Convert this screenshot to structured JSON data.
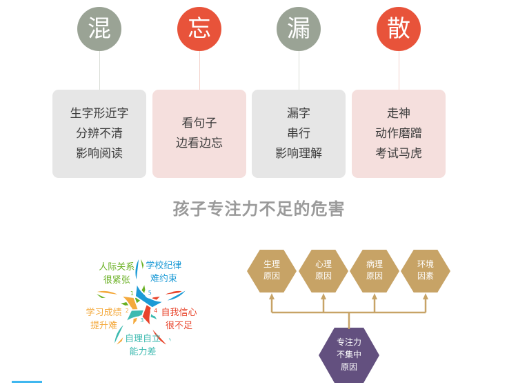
{
  "heading": "孩子专注力不足的危害",
  "top_items": [
    {
      "glyph": "混",
      "circle_color": "#9aa395",
      "stem_color": "#d9dcd6",
      "card_bg": "#e6e6e6",
      "lines": [
        "生字形近字",
        "分辨不清",
        "影响阅读"
      ]
    },
    {
      "glyph": "忘",
      "circle_color": "#e8533a",
      "stem_color": "#f3d2cc",
      "card_bg": "#f5dfdd",
      "lines": [
        "看句子",
        "边看边忘"
      ]
    },
    {
      "glyph": "漏",
      "circle_color": "#9aa395",
      "stem_color": "#d9dcd6",
      "card_bg": "#e6e6e6",
      "lines": [
        "漏字",
        "串行",
        "影响理解"
      ]
    },
    {
      "glyph": "散",
      "circle_color": "#e8533a",
      "stem_color": "#f3d2cc",
      "card_bg": "#f5dfdd",
      "lines": [
        "走神",
        "动作磨蹭",
        "考试马虎"
      ]
    }
  ],
  "flower": {
    "petals": [
      {
        "number": "1",
        "color": "#6ab023",
        "lines": [
          "人际关系",
          "很紧张"
        ]
      },
      {
        "number": "2",
        "color": "#f4a93c",
        "lines": [
          "学习成绩",
          "提升难"
        ]
      },
      {
        "number": "3",
        "color": "#3dbab0",
        "lines": [
          "自理自立",
          "能力差"
        ]
      },
      {
        "number": "4",
        "color": "#e8442b",
        "lines": [
          "自我信心",
          "很不足"
        ]
      },
      {
        "number": "5",
        "color": "#1b9ad6",
        "lines": [
          "学校纪律",
          "难约束"
        ]
      }
    ]
  },
  "hex_diagram": {
    "causes": [
      {
        "lines": [
          "生理",
          "原因"
        ]
      },
      {
        "lines": [
          "心理",
          "原因"
        ]
      },
      {
        "lines": [
          "病理",
          "原因"
        ]
      },
      {
        "lines": [
          "环境",
          "因素"
        ]
      }
    ],
    "root": {
      "lines": [
        "专注力",
        "不集中",
        "原因"
      ]
    },
    "cause_color": "#c7a366",
    "root_color": "#63507f",
    "connector_color": "#c7a366"
  }
}
